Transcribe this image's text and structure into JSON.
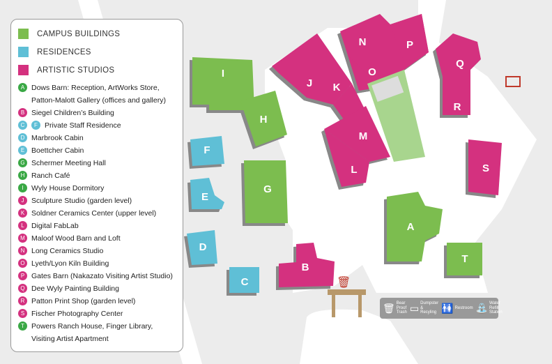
{
  "colors": {
    "campus": "#7cbd4f",
    "residence": "#5fbfd6",
    "studio": "#d4317f"
  },
  "legend": {
    "categories": [
      {
        "label": "CAMPUS BUILDINGS",
        "color": "#7cbd4f"
      },
      {
        "label": "RESIDENCES",
        "color": "#5fbfd6"
      },
      {
        "label": "ARTISTIC STUDIOS",
        "color": "#d4317f"
      }
    ],
    "items": [
      {
        "letters": [
          "A"
        ],
        "color": "#3aa845",
        "text": "Dows Barn: Reception, ArtWorks Store,",
        "text2": "Patton-Malott Gallery (offices and gallery)"
      },
      {
        "letters": [
          "B"
        ],
        "color": "#d4317f",
        "text": "Siegel Children’s Building"
      },
      {
        "letters": [
          "C",
          "F"
        ],
        "color": "#5fbfd6",
        "text": "Private Staff Residence"
      },
      {
        "letters": [
          "D"
        ],
        "color": "#5fbfd6",
        "text": "Marbrook Cabin"
      },
      {
        "letters": [
          "E"
        ],
        "color": "#5fbfd6",
        "text": "Boettcher Cabin"
      },
      {
        "letters": [
          "G"
        ],
        "color": "#3aa845",
        "text": "Schermer Meeting Hall"
      },
      {
        "letters": [
          "H"
        ],
        "color": "#3aa845",
        "text": "Ranch Café"
      },
      {
        "letters": [
          "I"
        ],
        "color": "#3aa845",
        "text": "Wyly House Dormitory"
      },
      {
        "letters": [
          "J"
        ],
        "color": "#d4317f",
        "text": "Sculpture Studio (garden level)"
      },
      {
        "letters": [
          "K"
        ],
        "color": "#d4317f",
        "text": "Soldner Ceramics Center (upper level)"
      },
      {
        "letters": [
          "L"
        ],
        "color": "#d4317f",
        "text": "Digital FabLab"
      },
      {
        "letters": [
          "M"
        ],
        "color": "#d4317f",
        "text": "Maloof Wood Barn and Loft"
      },
      {
        "letters": [
          "N"
        ],
        "color": "#d4317f",
        "text": "Long Ceramics Studio"
      },
      {
        "letters": [
          "O"
        ],
        "color": "#d4317f",
        "text": "Lyeth/Lyon Kiln Building"
      },
      {
        "letters": [
          "P"
        ],
        "color": "#d4317f",
        "text": "Gates Barn (Nakazato Visiting Artist Studio)"
      },
      {
        "letters": [
          "Q"
        ],
        "color": "#d4317f",
        "text": "Dee Wyly Painting Building"
      },
      {
        "letters": [
          "R"
        ],
        "color": "#d4317f",
        "text": "Patton Print Shop (garden level)"
      },
      {
        "letters": [
          "S"
        ],
        "color": "#d4317f",
        "text": "Fischer Photography Center"
      },
      {
        "letters": [
          "T"
        ],
        "color": "#3aa845",
        "text": "Powers Ranch House, Finger Library,",
        "text2": "Visiting Artist Apartment"
      }
    ]
  },
  "map_labels": {
    "A": "A",
    "B": "B",
    "C": "C",
    "D": "D",
    "E": "E",
    "F": "F",
    "G": "G",
    "H": "H",
    "I": "I",
    "J": "J",
    "K": "K",
    "L": "L",
    "M": "M",
    "N": "N",
    "O": "O",
    "P": "P",
    "Q": "Q",
    "R": "R",
    "S": "S",
    "T": "T"
  },
  "key": {
    "trash": "Bear Proof Trash",
    "dumpster": "Dumpster & Recyling",
    "restroom": "Restroom",
    "water": "Water Refill Station"
  }
}
